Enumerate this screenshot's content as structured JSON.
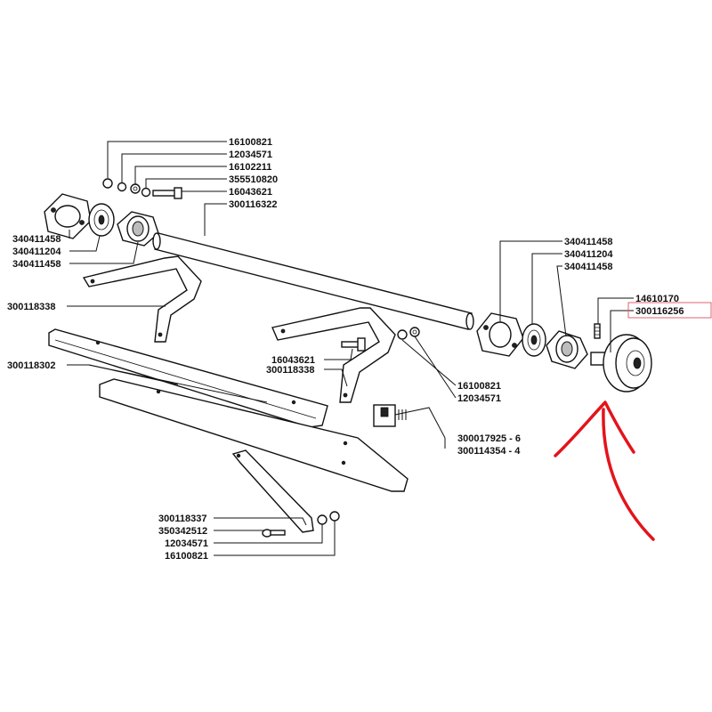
{
  "labels": {
    "p16100821_top": "16100821",
    "p12034571_top": "12034571",
    "p16102211": "16102211",
    "p355510820": "355510820",
    "p16043621_top": "16043621",
    "p300116322": "300116322",
    "p340411458_l1": "340411458",
    "p340411204_l": "340411204",
    "p340411458_l2": "340411458",
    "p300118338_l": "300118338",
    "p300118302": "300118302",
    "p340411458_r1": "340411458",
    "p340411204_r": "340411204",
    "p340411458_r2": "340411458",
    "p14610170": "14610170",
    "p300116256": "300116256",
    "p16043621_mid": "16043621",
    "p300118338_mid": "300118338",
    "p16100821_mid": "16100821",
    "p12034571_mid": "12034571",
    "p300017925": "300017925 -  6",
    "p300114354": "300114354 -  4",
    "p300118337": "300118337",
    "p350342512": "350342512",
    "p12034571_bot": "12034571",
    "p16100821_bot": "16100821"
  },
  "colors": {
    "highlight_box": "#e06070",
    "arrow": "#e3141b",
    "line": "#111111"
  },
  "highlighted_part": "300116256"
}
